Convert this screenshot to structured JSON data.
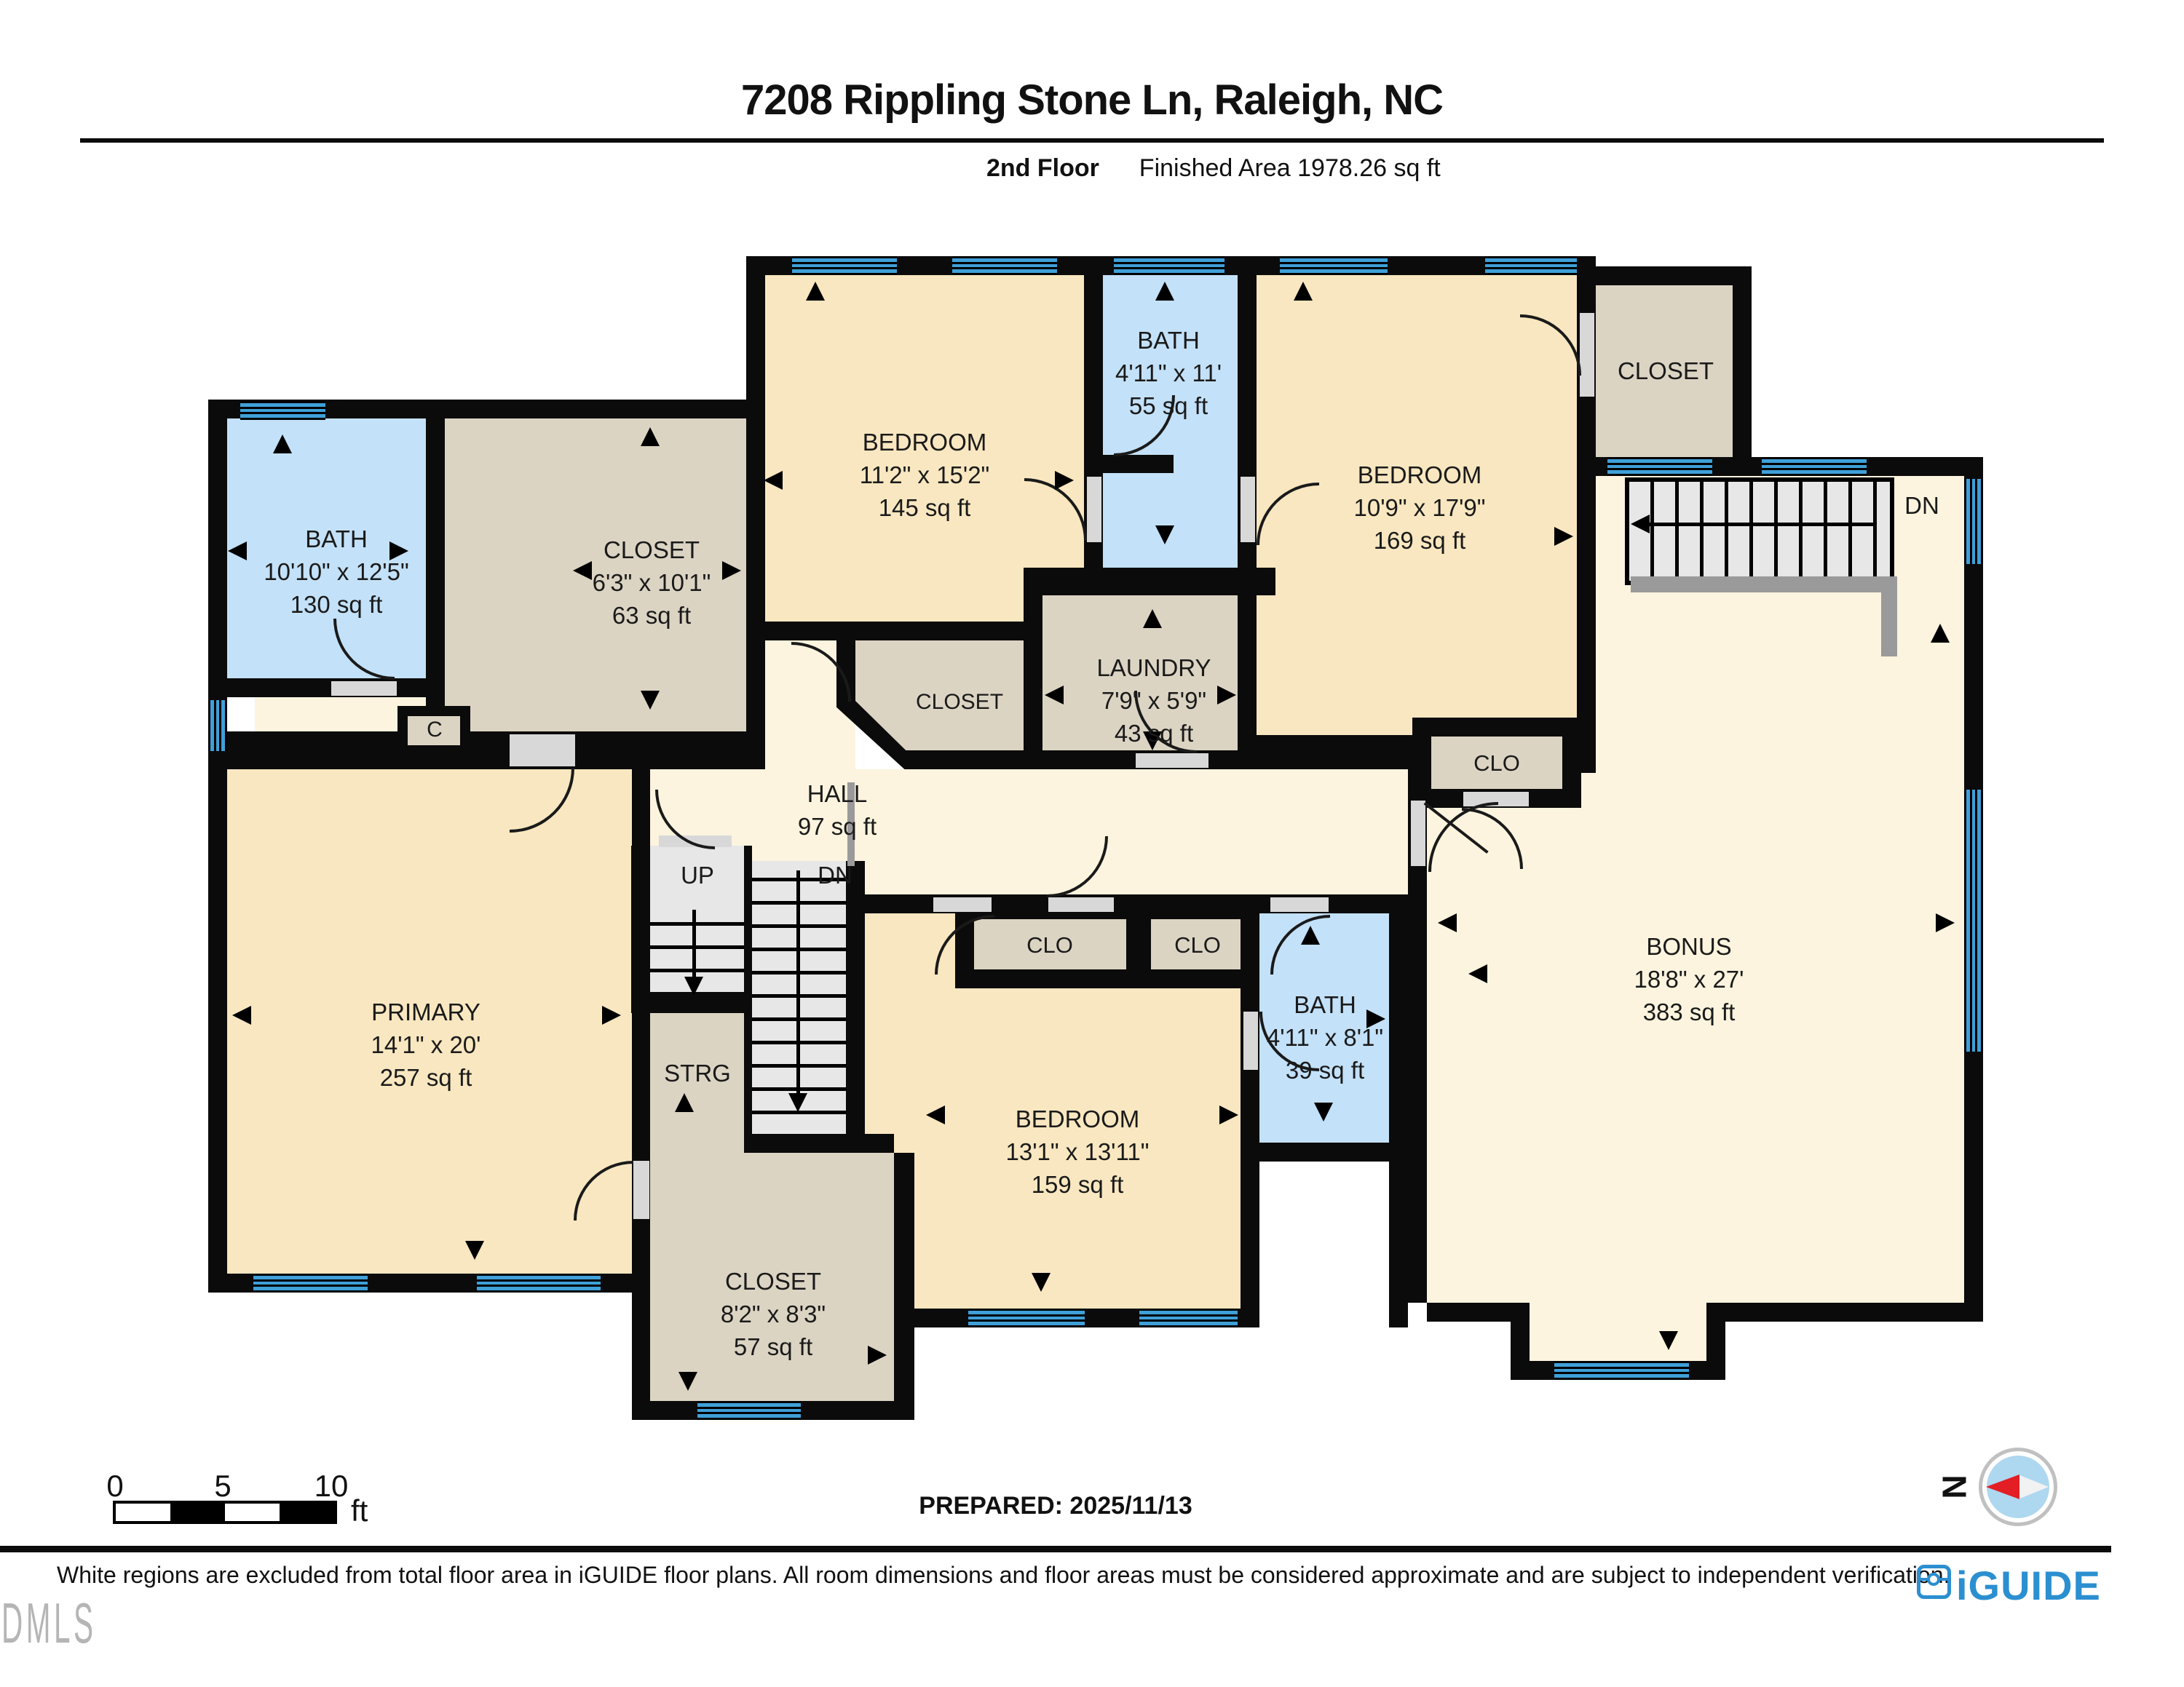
{
  "header": {
    "title": "7208 Rippling Stone Ln, Raleigh, NC",
    "floor_label": "2nd Floor",
    "finished_area": "Finished Area 1978.26 sq ft"
  },
  "rooms": {
    "bath_tl": {
      "name": "BATH",
      "dims": "10'10\" x 12'5\"",
      "area": "130 sq ft"
    },
    "closet_tl": {
      "name": "CLOSET",
      "dims": "6'3\" x 10'1\"",
      "area": "63 sq ft"
    },
    "bedroom_tc": {
      "name": "BEDROOM",
      "dims": "11'2\" x 15'2\"",
      "area": "145 sq ft"
    },
    "bath_tc": {
      "name": "BATH",
      "dims": "4'11\" x 11'",
      "area": "55 sq ft"
    },
    "bedroom_tr": {
      "name": "BEDROOM",
      "dims": "10'9\" x 17'9\"",
      "area": "169 sq ft"
    },
    "closet_tr": {
      "name": "CLOSET"
    },
    "laundry": {
      "name": "LAUNDRY",
      "dims": "7'9\" x 5'9\"",
      "area": "43 sq ft"
    },
    "closet_mid": {
      "name": "CLOSET"
    },
    "hall": {
      "name": "HALL",
      "area": "97 sq ft"
    },
    "primary": {
      "name": "PRIMARY",
      "dims": "14'1\" x 20'",
      "area": "257 sq ft"
    },
    "closet_b": {
      "name": "CLOSET",
      "dims": "8'2\" x 8'3\"",
      "area": "57 sq ft"
    },
    "bedroom_bc": {
      "name": "BEDROOM",
      "dims": "13'1\" x 13'11\"",
      "area": "159 sq ft"
    },
    "bath_b": {
      "name": "BATH",
      "dims": "4'11\" x 8'1\"",
      "area": "39 sq ft"
    },
    "bonus": {
      "name": "BONUS",
      "dims": "18'8\" x 27'",
      "area": "383 sq ft"
    }
  },
  "small_labels": {
    "dn_top": "DN",
    "dn_hall": "DN",
    "up": "UP",
    "strg": "STRG",
    "c": "C",
    "clo_1": "CLO",
    "clo_2": "CLO",
    "clo_r": "CLO"
  },
  "scale_bar": {
    "tick_0": "0",
    "tick_5": "5",
    "tick_10": "10",
    "unit": "ft"
  },
  "prepared": "PREPARED: 2025/11/13",
  "disclaimer": "White regions are excluded from total floor area in iGUIDE floor plans. All room dimensions and floor areas must be considered approximate and are subject to independent verification.",
  "compass": {
    "letter": "N"
  },
  "logo_text": "iGUIDE",
  "watermark": "DMLS",
  "colors": {
    "room_yellow": "#f8e7c0",
    "room_cream": "#fcf4de",
    "room_tan": "#dcd4c3",
    "room_blue": "#c3e1f8",
    "window_blue": "#3fa0d8",
    "wall": "#0b0b0b",
    "brand_blue": "#2b8fd0",
    "compass_red": "#e31e24"
  }
}
